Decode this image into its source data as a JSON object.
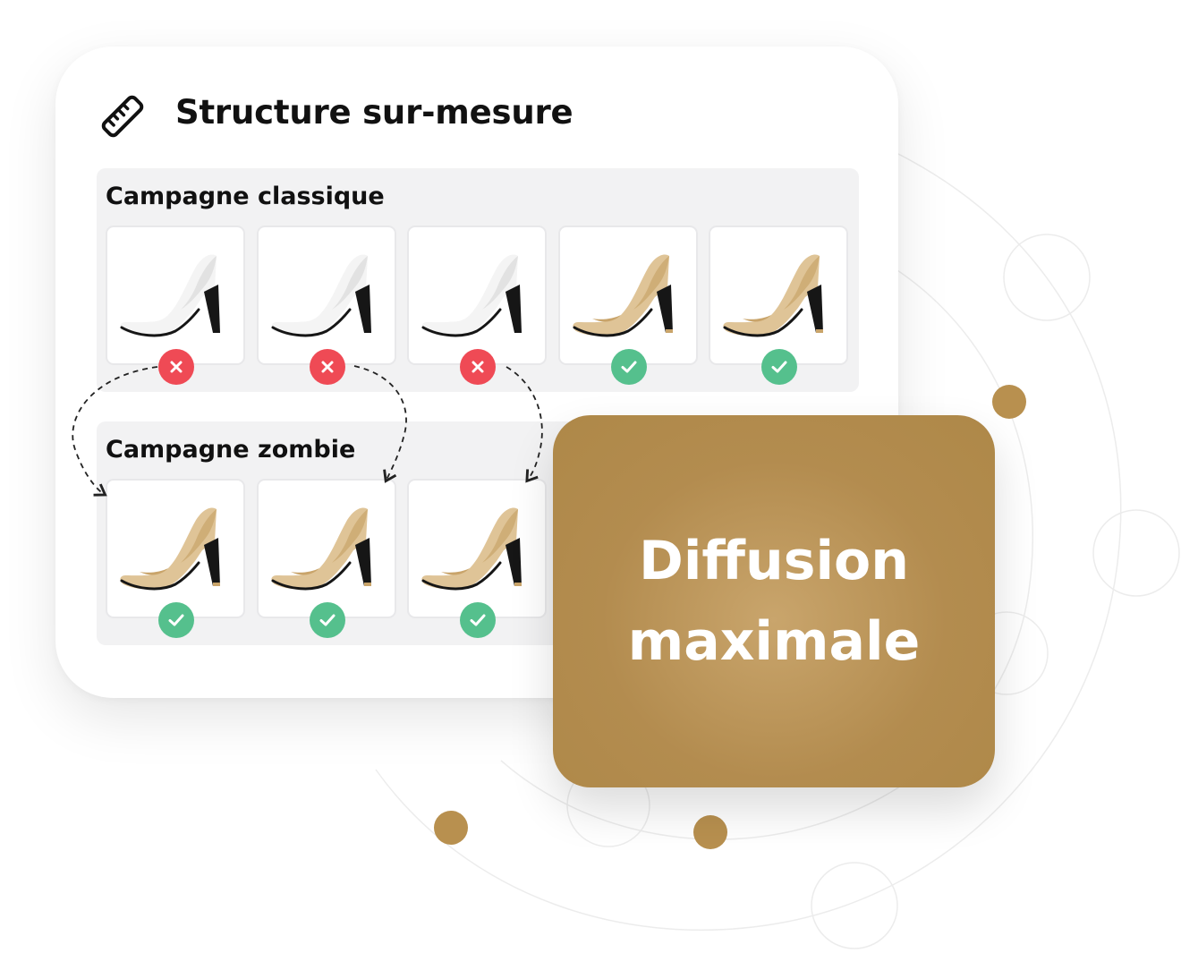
{
  "header": {
    "title": "Structure sur-mesure",
    "icon": "ruler-icon"
  },
  "colors": {
    "accent_gold": "#b38c4f",
    "ok_green": "#55c08d",
    "error_red": "#ef4a55",
    "section_bg": "#f2f2f3"
  },
  "campaigns": [
    {
      "title": "Campagne classique",
      "items": [
        {
          "variant": "white",
          "status": "rejected"
        },
        {
          "variant": "white",
          "status": "rejected"
        },
        {
          "variant": "white",
          "status": "rejected"
        },
        {
          "variant": "beige",
          "status": "approved"
        },
        {
          "variant": "beige",
          "status": "approved"
        }
      ]
    },
    {
      "title": "Campagne zombie",
      "items": [
        {
          "variant": "beige",
          "status": "approved"
        },
        {
          "variant": "beige",
          "status": "approved"
        },
        {
          "variant": "beige",
          "status": "approved"
        }
      ]
    }
  ],
  "highlight": {
    "line1": "Diffusion",
    "line2": "maximale"
  },
  "icons": {
    "approved": "check-icon",
    "rejected": "cross-icon",
    "product": "high-heel-shoe-icon"
  }
}
